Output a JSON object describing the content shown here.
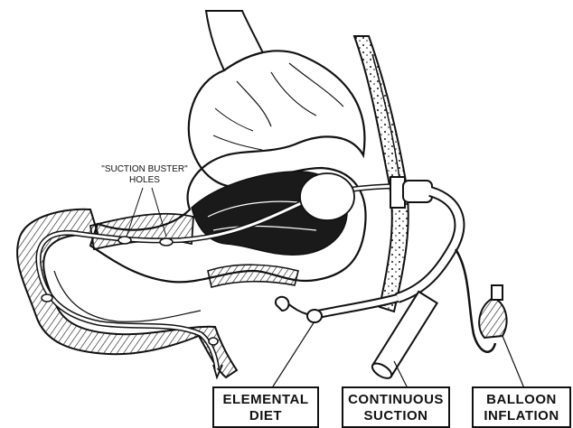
{
  "annotation": {
    "line1": "\"SUCTION BUSTER\"",
    "line2": "HOLES"
  },
  "labels": {
    "elemental": {
      "line1": "ELEMENTAL",
      "line2": "DIET"
    },
    "continuous": {
      "line1": "CONTINUOUS",
      "line2": "SUCTION"
    },
    "balloon": {
      "line1": "BALLOON",
      "line2": "INFLATION"
    }
  },
  "colors": {
    "ink": "#111111",
    "tissue": "#1a1a1a",
    "paper": "#ffffff"
  }
}
